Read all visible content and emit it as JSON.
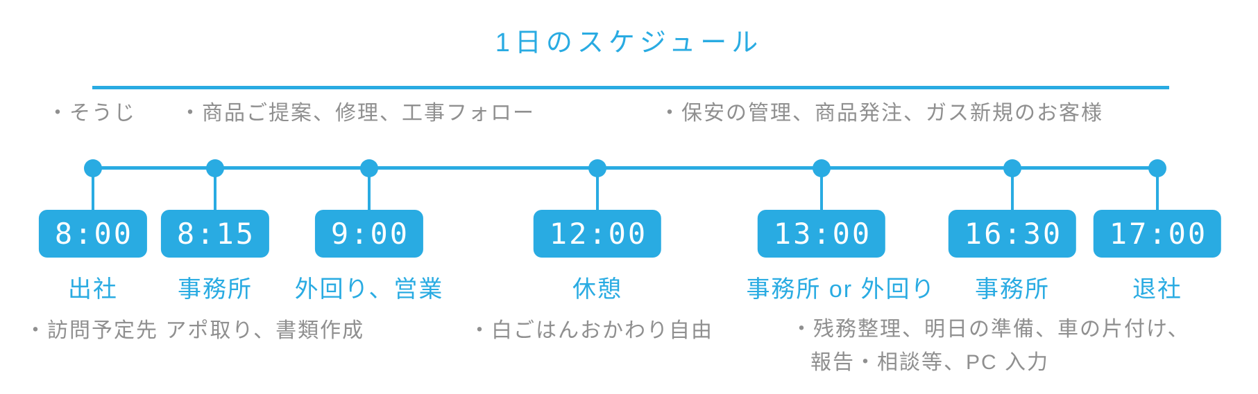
{
  "title": "1日のスケジュール",
  "colors": {
    "accent": "#29abe2",
    "note_text": "#8f8f8f",
    "badge_text": "#ffffff"
  },
  "top_notes": [
    "・そうじ",
    "・商品ご提案、修理、工事フォロー",
    "・保安の管理、商品発注、ガス新規のお客様"
  ],
  "timeline": {
    "events": [
      {
        "time": "8:00",
        "label": "出社"
      },
      {
        "time": "8:15",
        "label": "事務所"
      },
      {
        "time": "9:00",
        "label": "外回り、営業"
      },
      {
        "time": "12:00",
        "label": "休憩"
      },
      {
        "time": "13:00",
        "label": "事務所 or 外回り"
      },
      {
        "time": "16:30",
        "label": "事務所"
      },
      {
        "time": "17:00",
        "label": "退社"
      }
    ]
  },
  "bottom_notes": [
    {
      "lines": [
        "・訪問予定先 アポ取り、書類作成"
      ]
    },
    {
      "lines": [
        "・白ごはんおかわり自由"
      ]
    },
    {
      "lines": [
        "・残務整理、明日の準備、車の片付け、",
        "報告・相談等、PC 入力"
      ]
    }
  ]
}
